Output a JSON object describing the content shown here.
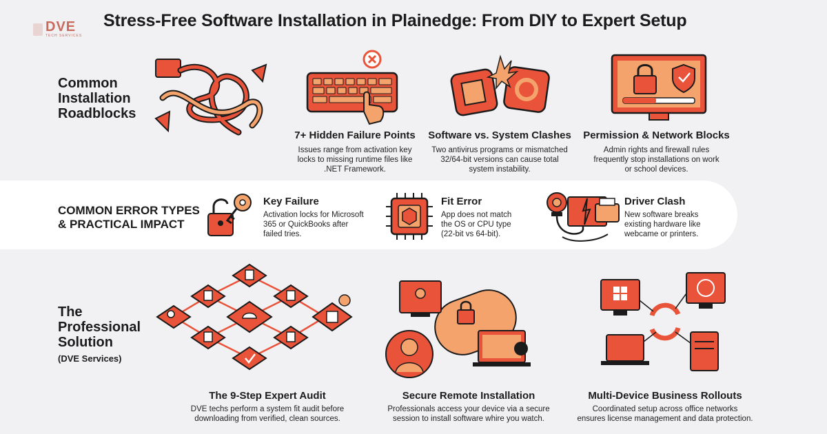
{
  "header": {
    "title": "Stress-Free Software Installation in Plainedge: From DIY to Expert Setup",
    "logo_text": "DVE",
    "logo_sub": "TECH SERVICES"
  },
  "colors": {
    "accent": "#e8533a",
    "accent_light": "#f5a36c",
    "dark": "#1b1b1b",
    "band": "#ffffff",
    "background": "#f1f1f3"
  },
  "roadblocks": {
    "heading_1": "Common",
    "heading_2": "Installation",
    "heading_3": "Roadblocks",
    "cards": [
      {
        "icon": "keyboard-icon",
        "title": "7+ Hidden Failure Points",
        "desc_1": "Issues range from activation key",
        "desc_2": "locks to missing runtime files like",
        "desc_3": ".NET Framework."
      },
      {
        "icon": "clash-icon",
        "title": "Software vs. System Clashes",
        "desc_1": "Two antivirus programs or mismatched",
        "desc_2": "32/64-bit versions can cause total",
        "desc_3": "system instability."
      },
      {
        "icon": "locked-monitor-icon",
        "title": "Permission & Network Blocks",
        "desc_1": "Admin rights and firewall rules",
        "desc_2": "frequently stop installations on work",
        "desc_3": "or school devices."
      }
    ]
  },
  "errors": {
    "heading_1": "COMMON ERROR TYPES",
    "heading_2": "& PRACTICAL IMPACT",
    "items": [
      {
        "icon": "key-lock-icon",
        "title": "Key Failure",
        "desc_1": "Activation locks for Microsoft",
        "desc_2": "365 or QuickBooks after",
        "desc_3": "failed tries."
      },
      {
        "icon": "chip-icon",
        "title": "Fit Error",
        "desc_1": "App does not match",
        "desc_2": "the OS or CPU type",
        "desc_3": "(22-bit vs 64-bit)."
      },
      {
        "icon": "webcam-printer-icon",
        "title": "Driver Clash",
        "desc_1": "New software breaks",
        "desc_2": "existing hardware like",
        "desc_3": "webcame or printers."
      }
    ]
  },
  "solution": {
    "heading_1": "The",
    "heading_2": "Professional",
    "heading_3": "Solution",
    "heading_sub": "(DVE Services)",
    "cards": [
      {
        "icon": "audit-flow-icon",
        "title": "The 9-Step Expert Audit",
        "desc_1": "DVE techs perform a system fit audit before",
        "desc_2": "downloading from verified, clean sources."
      },
      {
        "icon": "remote-session-icon",
        "title": "Secure Remote Installation",
        "desc_1": "Professionals access your device via a secure",
        "desc_2": "session to install software whire you watch."
      },
      {
        "icon": "network-rollout-icon",
        "title": "Multi-Device Business Rollouts",
        "desc_1": "Coordinated setup across office networks",
        "desc_2": "ensures license management and data protection."
      }
    ]
  }
}
